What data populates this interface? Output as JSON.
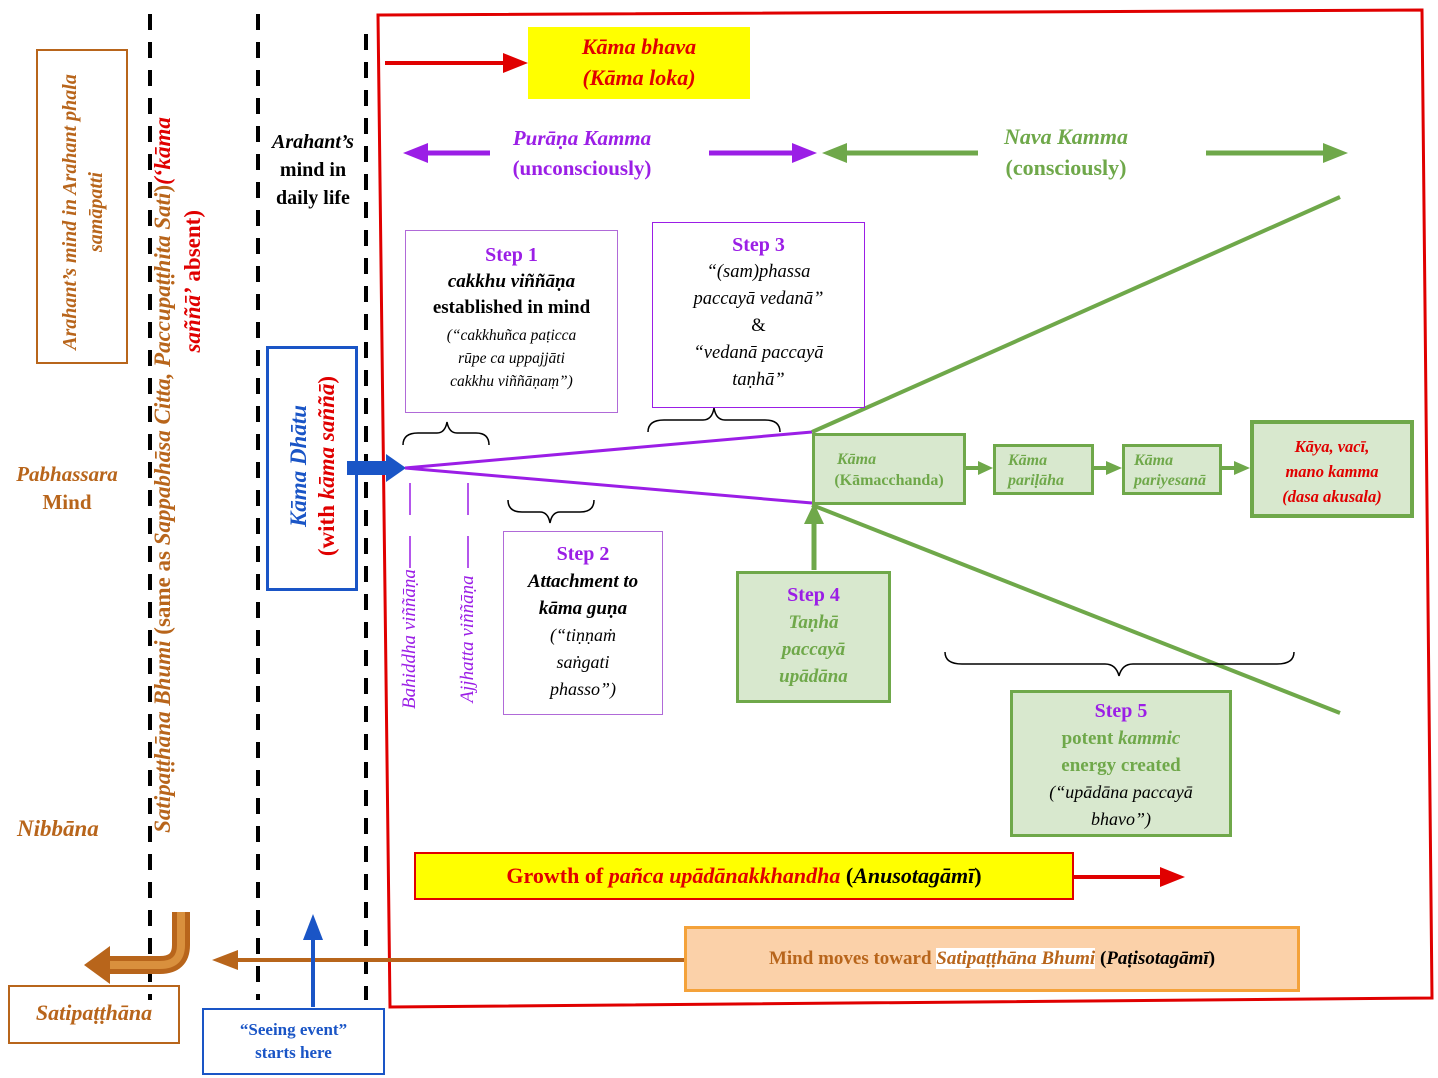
{
  "left_column": {
    "arahant_box": "Arahant’s mind in Arahant phala samāpatti",
    "pabhassara": [
      "Pabhassara",
      "Mind"
    ],
    "nibbana": "Nibbāna",
    "satipatthana_label": "Satipaṭṭhāna",
    "bhumi_vertical_part1": "Satipaṭṭhāna Bhumi",
    "bhumi_vertical_part2": " (same as ",
    "bhumi_vertical_part3": "Sappabhāsa Citta, Paccupaṭṭhita Sati",
    "bhumi_vertical_part4": ")",
    "bhumi_vertical_part5": "(‘kāma",
    "bhumi_vertical_line2a": "saññā’",
    "bhumi_vertical_line2b": " absent)"
  },
  "middle_column": {
    "arahant_daily": [
      "Arahant’s",
      "mind in",
      "daily life"
    ],
    "kama_dhatu": "Kāma Dhātu",
    "with_kama_sanna_a": "(with ",
    "with_kama_sanna_b": "kāma saññā",
    "with_kama_sanna_c": ")",
    "seeing_event": [
      "“Seeing event”",
      "starts here"
    ]
  },
  "main": {
    "kama_bhava": [
      "Kāma bhava",
      "(Kāma loka)"
    ],
    "purana_kamma": [
      "Purāṇa Kamma",
      "(unconsciously)"
    ],
    "nava_kamma": [
      "Nava Kamma",
      "(consciously)"
    ],
    "step1": {
      "title": "Step 1",
      "line1": "cakkhu viññāṇa",
      "line2": "established in mind",
      "quote": [
        "(“cakkhuñca paṭicca",
        "rūpe ca uppajjāti",
        "cakkhu viññāṇaṃ”)"
      ]
    },
    "step2": {
      "title": "Step 2",
      "line1": "Attachment to",
      "line2": "kāma guṇa",
      "quote": [
        "(“tiṇṇaṁ",
        "saṅgati",
        "phasso”)"
      ]
    },
    "step3": {
      "title": "Step 3",
      "quote": [
        "“(sam)phassa",
        "paccayā vedanā”",
        "&",
        "“vedanā paccayā",
        "taṇhā”"
      ]
    },
    "step4": {
      "title": "Step 4",
      "lines": [
        "Taṇhā",
        "paccayā",
        "upādāna"
      ]
    },
    "step5": {
      "title": "Step 5",
      "line1a": "potent ",
      "line1b": "kammic",
      "line2": "energy created",
      "quote": [
        "(“upādāna paccayā",
        "bhavo”)"
      ]
    },
    "bahiddha": "Bahiddha viññāṇa",
    "ajjhatta": "Ajjhatta viññāṇa",
    "kama_chain": [
      [
        "Kāma",
        "(Kāmacchanda)"
      ],
      [
        "Kāma",
        "pariḷāha"
      ],
      [
        "Kāma",
        "pariyesanā"
      ]
    ],
    "kaya_box": [
      "Kāya, vacī,",
      "mano kamma",
      "(dasa akusala)"
    ],
    "growth": {
      "a": "Growth of ",
      "b": "pañca upādānakkhandha",
      "c": " (",
      "d": "Anusotagāmī",
      "e": ")"
    },
    "mind_moves": {
      "a": "Mind moves toward ",
      "b": "Satipaṭṭhāna Bhumi",
      "c": " (",
      "d": "Paṭisotagāmī",
      "e": ")"
    }
  },
  "colors": {
    "red": "#e00000",
    "brown": "#b8651b",
    "purple": "#9b1ee6",
    "green": "#6fa84a",
    "blue": "#1a55c6",
    "yellow": "#ffff00",
    "peach": "#fbd1a9"
  }
}
